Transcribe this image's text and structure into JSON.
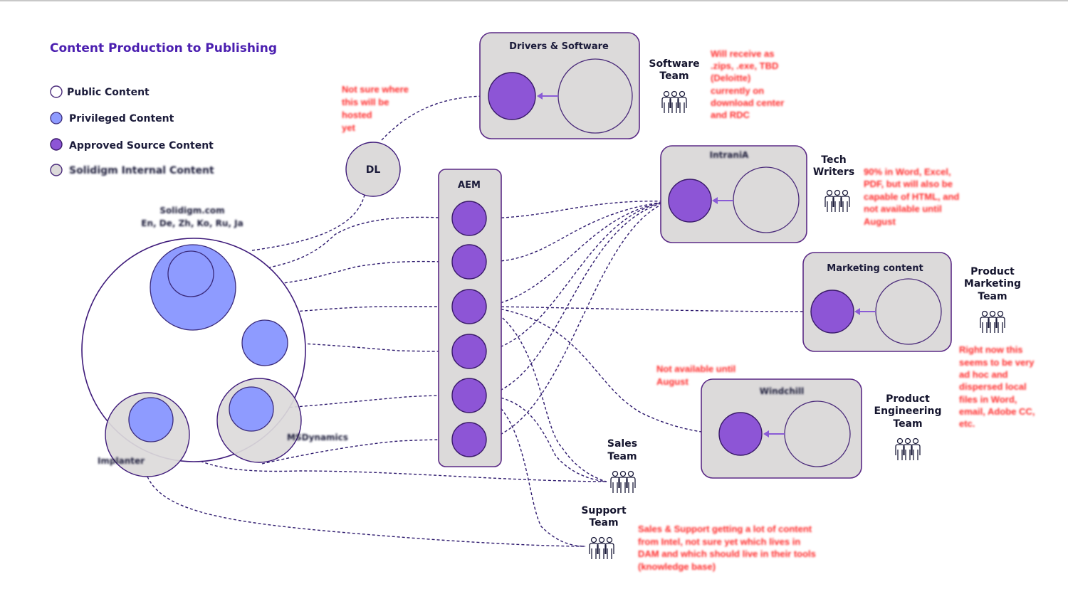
{
  "title": "Content Production to Publishing",
  "legend": [
    {
      "label": "Public Content",
      "type": "public"
    },
    {
      "label": "Privileged Content",
      "type": "privileged"
    },
    {
      "label": "Approved Source Content",
      "type": "approved"
    },
    {
      "label": "Solidigm Internal Content",
      "type": "internal"
    }
  ],
  "nodes": {
    "dl": "DL",
    "aem": "AEM",
    "solidigm_site": "Solidigm.com",
    "solidigm_langs": "En, De, Zh, Ko, Ru, Ja",
    "ms_dynamics": "MSDynamics",
    "intranet": "Implanter",
    "drivers": "Drivers & Software",
    "intranet_box": "IntraniA",
    "marketing": "Marketing content",
    "windchill": "Windchill"
  },
  "teams": {
    "software": [
      "Software",
      "Team"
    ],
    "tech": [
      "Tech",
      "Writers"
    ],
    "product_marketing": [
      "Product",
      "Marketing",
      "Team"
    ],
    "product_engineering": [
      "Product",
      "Engineering",
      "Team"
    ],
    "sales": [
      "Sales",
      "Team"
    ],
    "support": [
      "Support",
      "Team"
    ]
  },
  "notes": {
    "dl_note": [
      "Not sure where",
      "this will be",
      "hosted",
      "yet"
    ],
    "software_note": [
      "Will receive as",
      ".zips, .exe, TBD",
      "(Deloitte)",
      "currently on",
      "download center",
      "and RDC"
    ],
    "tech_note": [
      "90% in Word, Excel,",
      "PDF, but will also be",
      "capable of HTML, and",
      "not available until",
      "August"
    ],
    "marketing_note": [
      "Right now this",
      "seems to be very",
      "ad hoc and",
      "dispersed local",
      "files in Word,",
      "email, Adobe CC,",
      "etc."
    ],
    "windchill_note": [
      "Not available until",
      "August"
    ],
    "sales_note": [
      "Sales & Support getting a lot of content",
      "from Intel, not sure yet which lives in",
      "DAM and which should live in their tools",
      "(knowledge base)"
    ]
  },
  "colors": {
    "accent": "#4b1fb0",
    "approved": "#8d55d6",
    "privileged": "#8e9bff",
    "internal": "#dcdada",
    "note": "#ff2a2a"
  }
}
